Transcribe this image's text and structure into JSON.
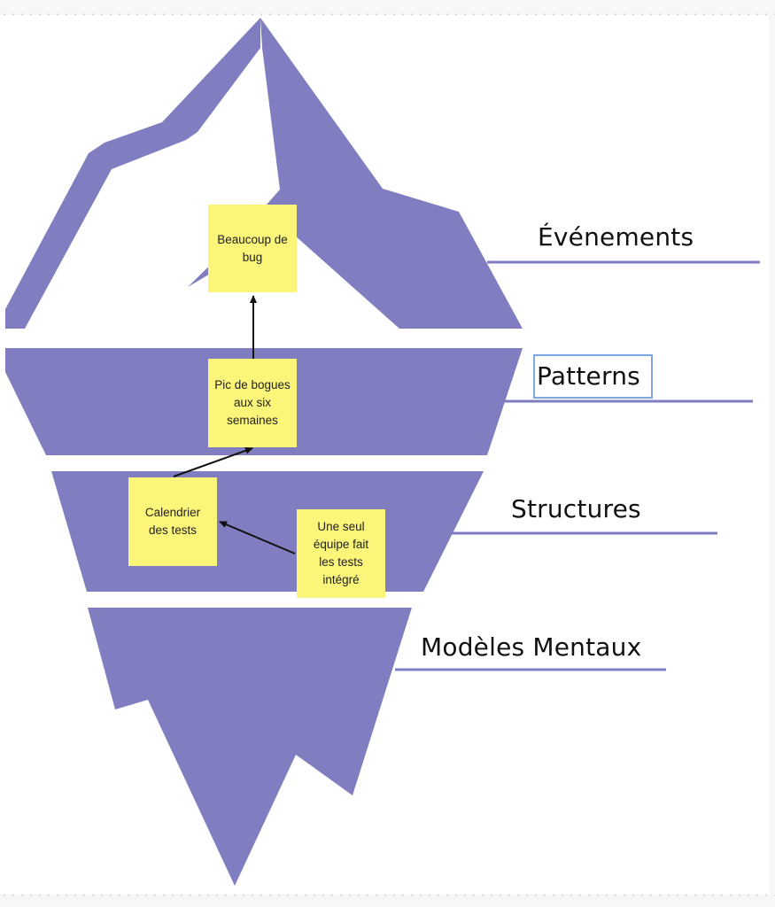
{
  "diagram": {
    "title": "Iceberg model",
    "colors": {
      "iceberg": "#807dc0",
      "sticky_note": "#fbf57a",
      "selection_outline": "#7ea6e0",
      "label_text": "#111111"
    },
    "levels": [
      {
        "id": "events",
        "label": "Événements"
      },
      {
        "id": "patterns",
        "label": "Patterns",
        "selected": true
      },
      {
        "id": "structures",
        "label": "Structures"
      },
      {
        "id": "mental-models",
        "label": "Modèles Mentaux"
      }
    ],
    "notes": [
      {
        "id": "note-bugs",
        "level": "events",
        "text": "Beaucoup de bug"
      },
      {
        "id": "note-peak",
        "level": "patterns",
        "text": "Pic de bogues aux six semaines"
      },
      {
        "id": "note-calendar",
        "level": "structures",
        "text": "Calendrier des tests"
      },
      {
        "id": "note-one-team",
        "level": "structures",
        "text": "Une seul équipe fait les tests intégré"
      }
    ],
    "arrows": [
      {
        "from": "note-peak",
        "to": "note-bugs"
      },
      {
        "from": "note-calendar",
        "to": "note-peak"
      },
      {
        "from": "note-one-team",
        "to": "note-calendar"
      }
    ]
  }
}
